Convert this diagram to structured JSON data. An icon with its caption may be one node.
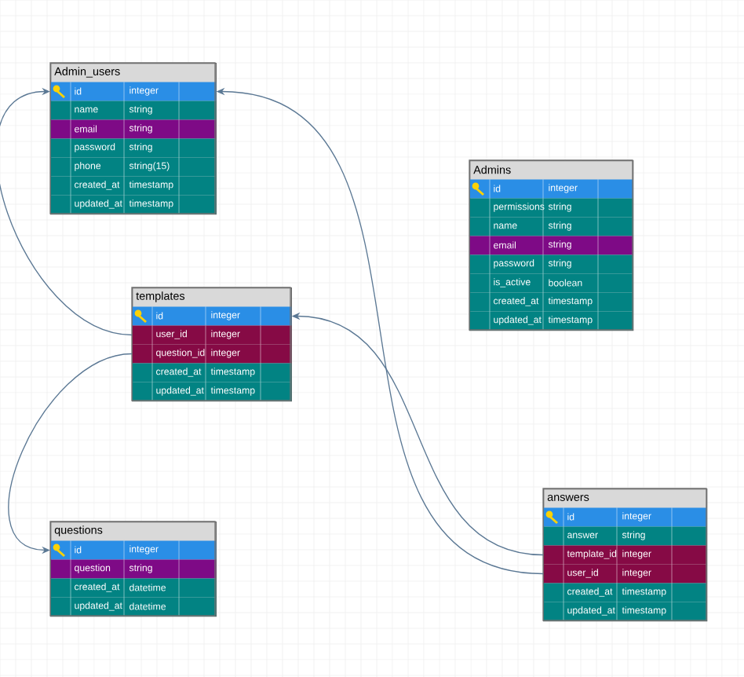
{
  "diagram": {
    "nodes": [
      {
        "text": [
          "Admin_users"
        ]
      },
      {
        "text": [
          "id",
          "integer"
        ],
        "in": 0
      },
      {
        "text": [
          "name",
          "string"
        ],
        "in": 0
      },
      {
        "text": [
          "email",
          "string"
        ],
        "in": 0
      },
      {
        "text": [
          "password",
          "string"
        ],
        "in": 0
      },
      {
        "text": [
          "phone",
          "string(15)"
        ],
        "in": 0
      },
      {
        "text": [
          "created_at",
          "timestamp"
        ],
        "in": 0
      },
      {
        "text": [
          "updated_at",
          "timestamp"
        ],
        "in": 0
      },
      {
        "text": [
          "Admins"
        ]
      },
      {
        "text": [
          "id",
          "integer"
        ],
        "in": 8
      },
      {
        "text": [
          "permissions",
          "string"
        ],
        "in": 8
      },
      {
        "text": [
          "name",
          "string"
        ],
        "in": 8
      },
      {
        "text": [
          "email",
          "string"
        ],
        "in": 8
      },
      {
        "text": [
          "password",
          "string"
        ],
        "in": 8
      },
      {
        "text": [
          "is_active",
          "boolean"
        ],
        "in": 8
      },
      {
        "text": [
          "created_at",
          "timestamp"
        ],
        "in": 8
      },
      {
        "text": [
          "updated_at",
          "timestamp"
        ],
        "in": 8
      },
      {
        "text": [
          "templates"
        ]
      },
      {
        "text": [
          "id",
          "integer"
        ],
        "in": 17
      },
      {
        "text": [
          "user_id",
          "integer"
        ],
        "in": 17
      },
      {
        "text": [
          "question_id",
          "integer"
        ],
        "in": 17
      },
      {
        "text": [
          "created_at",
          "timestamp"
        ],
        "in": 17
      },
      {
        "text": [
          "updated_at",
          "timestamp"
        ],
        "in": 17
      },
      {
        "text": [
          "questions"
        ]
      },
      {
        "text": [
          "id",
          "integer"
        ],
        "in": 23
      },
      {
        "text": [
          "question",
          "string"
        ],
        "in": 23
      },
      {
        "text": [
          "created_at",
          "datetime"
        ],
        "in": 23
      },
      {
        "text": [
          "updated_at",
          "datetime"
        ],
        "in": 23
      },
      {
        "text": [
          "answers"
        ]
      },
      {
        "text": [
          "id",
          "integer"
        ],
        "in": 28
      },
      {
        "text": [
          "answer",
          "string"
        ],
        "in": 28
      },
      {
        "text": [
          "template_id",
          "integer"
        ],
        "in": 28
      },
      {
        "text": [
          "user_id",
          "integer"
        ],
        "in": 28
      },
      {
        "text": [
          "created_at",
          "timestamp"
        ],
        "in": 28
      },
      {
        "text": [
          "updated_at",
          "timestamp"
        ],
        "in": 28
      }
    ],
    "edges": [
      {
        "from": 19,
        "to": 1,
        "arrow": "to"
      },
      {
        "from": 20,
        "to": 24,
        "arrow": "to"
      },
      {
        "from": 31,
        "to": 18,
        "arrow": "to"
      },
      {
        "from": 32,
        "to": 1,
        "arrow": "to"
      }
    ]
  }
}
